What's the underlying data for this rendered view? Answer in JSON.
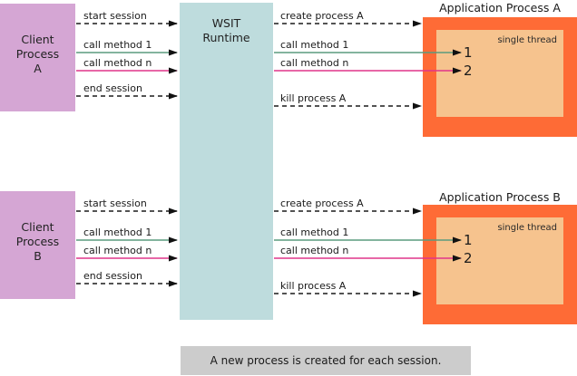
{
  "colors": {
    "client": "#d5a6d4",
    "runtime": "#bedcdd",
    "app_outer": "#fe6b36",
    "app_inner": "#f6c38e",
    "caption_bg": "#cccccc",
    "call1_line": "#5a9b7f",
    "calln_line": "#e0358a",
    "dashed": "#1a1a1a"
  },
  "runtime": {
    "line1": "WSIT",
    "line2": "Runtime"
  },
  "groups": [
    {
      "client": {
        "line1": "Client",
        "line2": "Process",
        "line3": "A"
      },
      "client_messages": [
        {
          "label": "start session",
          "style": "dashed"
        },
        {
          "label": "call method 1",
          "style": "call1"
        },
        {
          "label": "call method n",
          "style": "calln"
        },
        {
          "label": "end session",
          "style": "dashed"
        }
      ],
      "runtime_messages": [
        {
          "label": "create process A",
          "style": "dashed"
        },
        {
          "label": "call method 1",
          "style": "call1",
          "target": "1"
        },
        {
          "label": "call method n",
          "style": "calln",
          "target": "2"
        },
        {
          "label": "kill process A",
          "style": "dashed"
        }
      ],
      "app": {
        "title": "Application Process A",
        "thread_label": "single thread"
      }
    },
    {
      "client": {
        "line1": "Client",
        "line2": "Process",
        "line3": "B"
      },
      "client_messages": [
        {
          "label": "start session",
          "style": "dashed"
        },
        {
          "label": "call method 1",
          "style": "call1"
        },
        {
          "label": "call method n",
          "style": "calln"
        },
        {
          "label": "end session",
          "style": "dashed"
        }
      ],
      "runtime_messages": [
        {
          "label": "create process A",
          "style": "dashed"
        },
        {
          "label": "call method 1",
          "style": "call1",
          "target": "1"
        },
        {
          "label": "call method n",
          "style": "calln",
          "target": "2"
        },
        {
          "label": "kill process A",
          "style": "dashed"
        }
      ],
      "app": {
        "title": "Application Process B",
        "thread_label": "single thread"
      }
    }
  ],
  "caption": "A new process is created for each session."
}
